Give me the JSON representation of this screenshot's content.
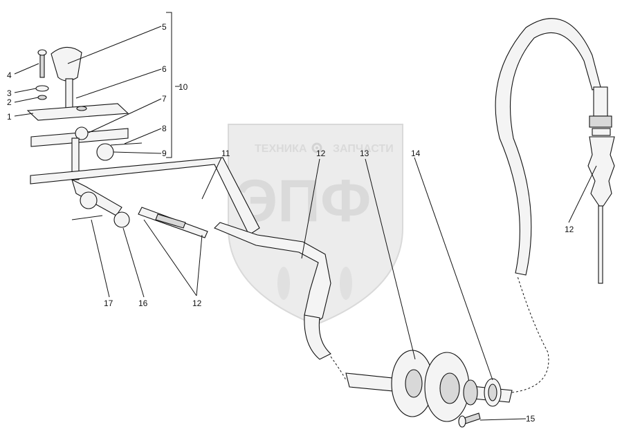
{
  "watermark": {
    "brand_left": "ТЕХНИКА",
    "brand_right": "ЗАПЧАСТИ",
    "logo": "ЭПФ",
    "gear_icon": "gear-icon",
    "color_fill": "#ececec",
    "color_text": "#dadada"
  },
  "callouts": {
    "c1": "1",
    "c2": "2",
    "c3": "3",
    "c4": "4",
    "c5": "5",
    "c6": "6",
    "c7": "7",
    "c8": "8",
    "c9": "9",
    "c10": "10",
    "c11": "11",
    "c12a": "12",
    "c12b": "12",
    "c12c": "12",
    "c13": "13",
    "c14": "14",
    "c15": "15",
    "c16": "16",
    "c17": "17"
  }
}
